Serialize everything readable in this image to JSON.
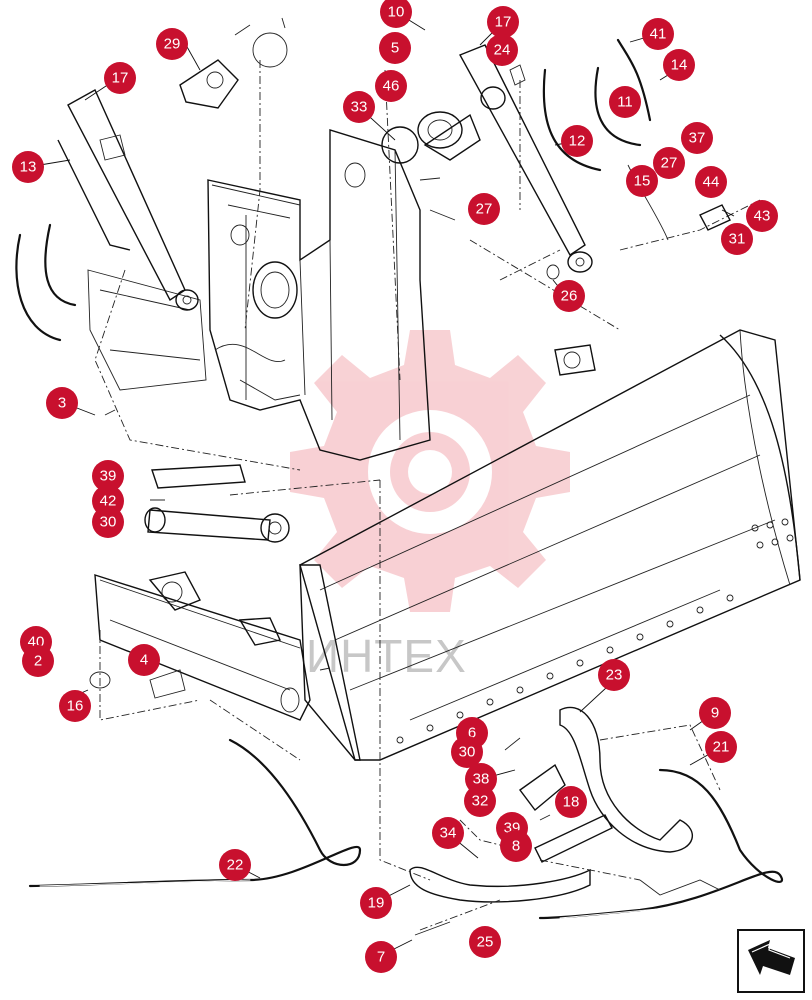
{
  "watermark": {
    "text": "ИНТЕХ",
    "color": "#e03040"
  },
  "callout_color": "#c8102e",
  "callouts": [
    "17",
    "29",
    "13",
    "3",
    "10",
    "5",
    "46",
    "33",
    "17",
    "24",
    "41",
    "14",
    "11",
    "12",
    "37",
    "27",
    "15",
    "44",
    "43",
    "31",
    "27",
    "26",
    "39",
    "42",
    "30",
    "40",
    "2",
    "4",
    "16",
    "6",
    "30",
    "38",
    "32",
    "39",
    "8",
    "34",
    "18",
    "23",
    "9",
    "21",
    "22",
    "19",
    "7",
    "25"
  ],
  "nav_icon": "next-page-arrow-icon"
}
